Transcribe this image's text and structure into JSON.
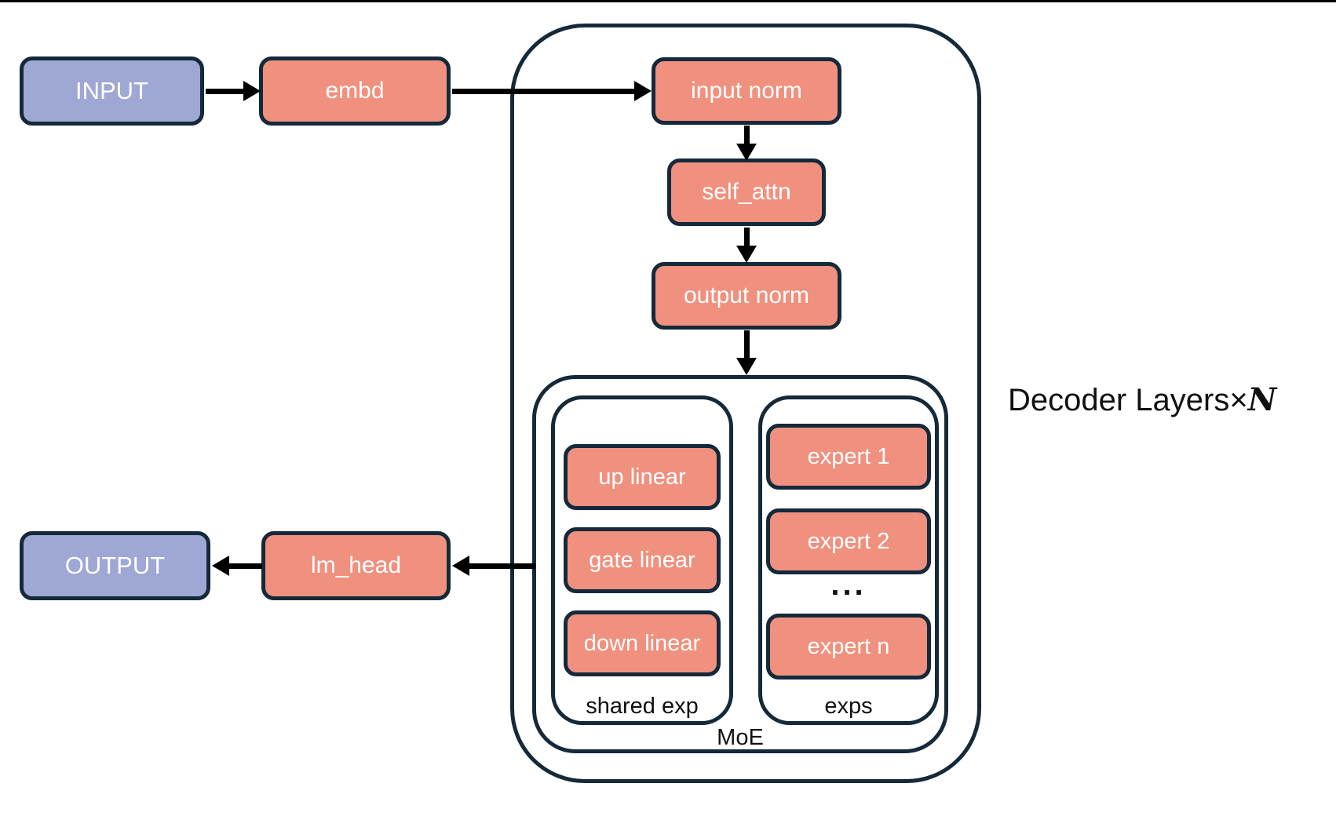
{
  "diagram": {
    "io_row_top": {
      "input": "INPUT",
      "embd": "embd"
    },
    "decoder_layer": {
      "label_prefix": "Decoder Layers×",
      "label_multiplier": "N",
      "blocks": {
        "input_norm": "input norm",
        "self_attn": "self_attn",
        "output_norm": "output norm"
      },
      "moe": {
        "label": "MoE",
        "shared_expert_group": {
          "label": "shared exp",
          "blocks": [
            "up linear",
            "gate linear",
            "down linear"
          ]
        },
        "experts_group": {
          "label": "exps",
          "blocks": [
            "expert 1",
            "expert 2"
          ],
          "ellipsis": "...",
          "last_block": "expert n"
        }
      }
    },
    "io_row_bottom": {
      "lm_head": "lm_head",
      "output": "OUTPUT"
    },
    "arrows": [
      {
        "from": "input",
        "to": "embd",
        "direction": "right"
      },
      {
        "from": "embd",
        "to": "input_norm",
        "direction": "right"
      },
      {
        "from": "input_norm",
        "to": "self_attn",
        "direction": "down"
      },
      {
        "from": "self_attn",
        "to": "output_norm",
        "direction": "down"
      },
      {
        "from": "output_norm",
        "to": "moe",
        "direction": "down"
      },
      {
        "from": "moe",
        "to": "lm_head",
        "direction": "left"
      },
      {
        "from": "lm_head",
        "to": "output",
        "direction": "left"
      }
    ],
    "colors": {
      "node_salmon": "#f0907e",
      "node_blue": "#9fa7d4",
      "border_navy": "#14293a",
      "arrow_black": "#000000",
      "label_black": "#111111",
      "background": "#ffffff"
    }
  }
}
